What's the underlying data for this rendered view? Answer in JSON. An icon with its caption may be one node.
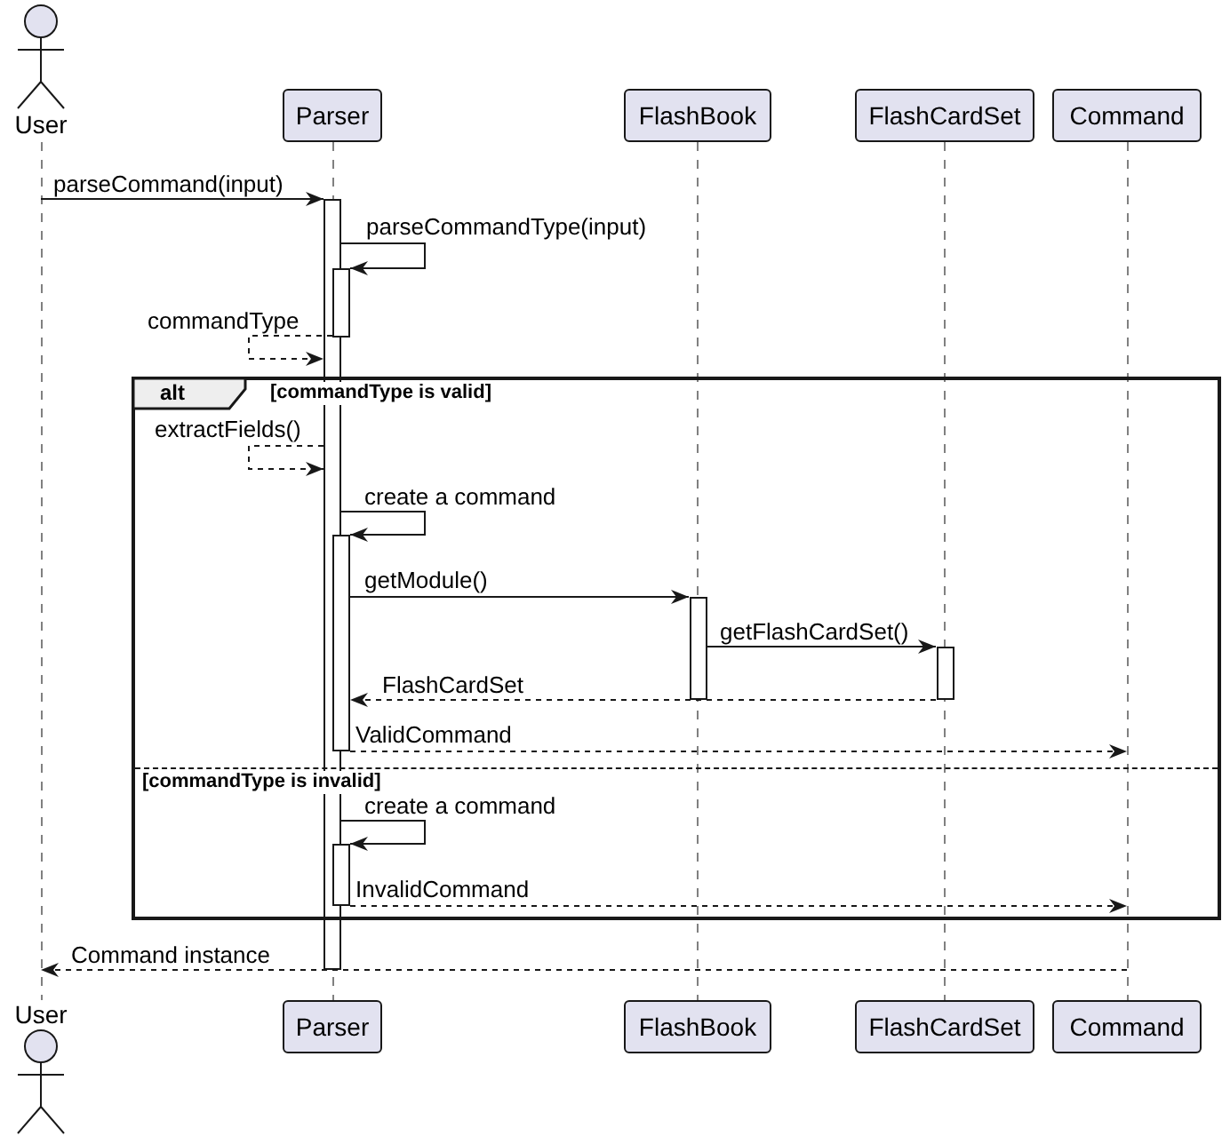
{
  "diagram": {
    "nodes": [
      {
        "text": [
          "User"
        ]
      },
      {
        "text": [
          "Parser"
        ]
      },
      {
        "text": [
          "FlashBook"
        ]
      },
      {
        "text": [
          "FlashCardSet"
        ]
      },
      {
        "text": [
          "Command"
        ]
      },
      {
        "text": [],
        "shape": "line"
      },
      {
        "text": [],
        "shape": "line"
      },
      {
        "text": [],
        "shape": "line"
      },
      {
        "text": [],
        "shape": "line"
      },
      {
        "text": [],
        "shape": "line"
      },
      {
        "text": [],
        "shape": "bar"
      },
      {
        "text": [],
        "shape": "bar"
      },
      {
        "text": [
          "alt",
          "[commandType is valid]",
          "[commandType is invalid]"
        ]
      },
      {
        "text": [],
        "shape": "bar",
        "in": 12
      },
      {
        "text": [],
        "shape": "bar",
        "in": 12
      },
      {
        "text": [],
        "shape": "bar",
        "in": 12
      },
      {
        "text": [],
        "shape": "bar",
        "in": 12
      },
      {
        "text": [
          "User"
        ]
      },
      {
        "text": [
          "Parser"
        ]
      },
      {
        "text": [
          "FlashBook"
        ]
      },
      {
        "text": [
          "FlashCardSet"
        ]
      },
      {
        "text": [
          "Command"
        ]
      }
    ],
    "edges": [
      {
        "from": 5,
        "to": 10,
        "arrow": "to",
        "label": "parseCommand(input)"
      },
      {
        "from": 10,
        "to": 11,
        "arrow": "to",
        "label": "parseCommandType(input)"
      },
      {
        "from": 11,
        "to": 10,
        "arrow": "to",
        "label": "commandType",
        "style": "dashed"
      },
      {
        "from": 10,
        "to": 10,
        "arrow": "to",
        "label": "extractFields()",
        "style": "dashed"
      },
      {
        "from": 10,
        "to": 13,
        "arrow": "to",
        "label": "create a command"
      },
      {
        "from": 13,
        "to": 14,
        "arrow": "to",
        "label": "getModule()"
      },
      {
        "from": 14,
        "to": 15,
        "arrow": "to",
        "label": "getFlashCardSet()"
      },
      {
        "from": 15,
        "to": 13,
        "arrow": "to",
        "label": "FlashCardSet",
        "style": "dashed"
      },
      {
        "from": 13,
        "to": 9,
        "arrow": "to",
        "label": "ValidCommand",
        "style": "dashed"
      },
      {
        "from": 10,
        "to": 16,
        "arrow": "to",
        "label": "create a command"
      },
      {
        "from": 16,
        "to": 9,
        "arrow": "to",
        "label": "InvalidCommand",
        "style": "dashed"
      },
      {
        "from": 9,
        "to": 5,
        "arrow": "to",
        "label": "Command instance",
        "style": "dashed"
      }
    ]
  }
}
